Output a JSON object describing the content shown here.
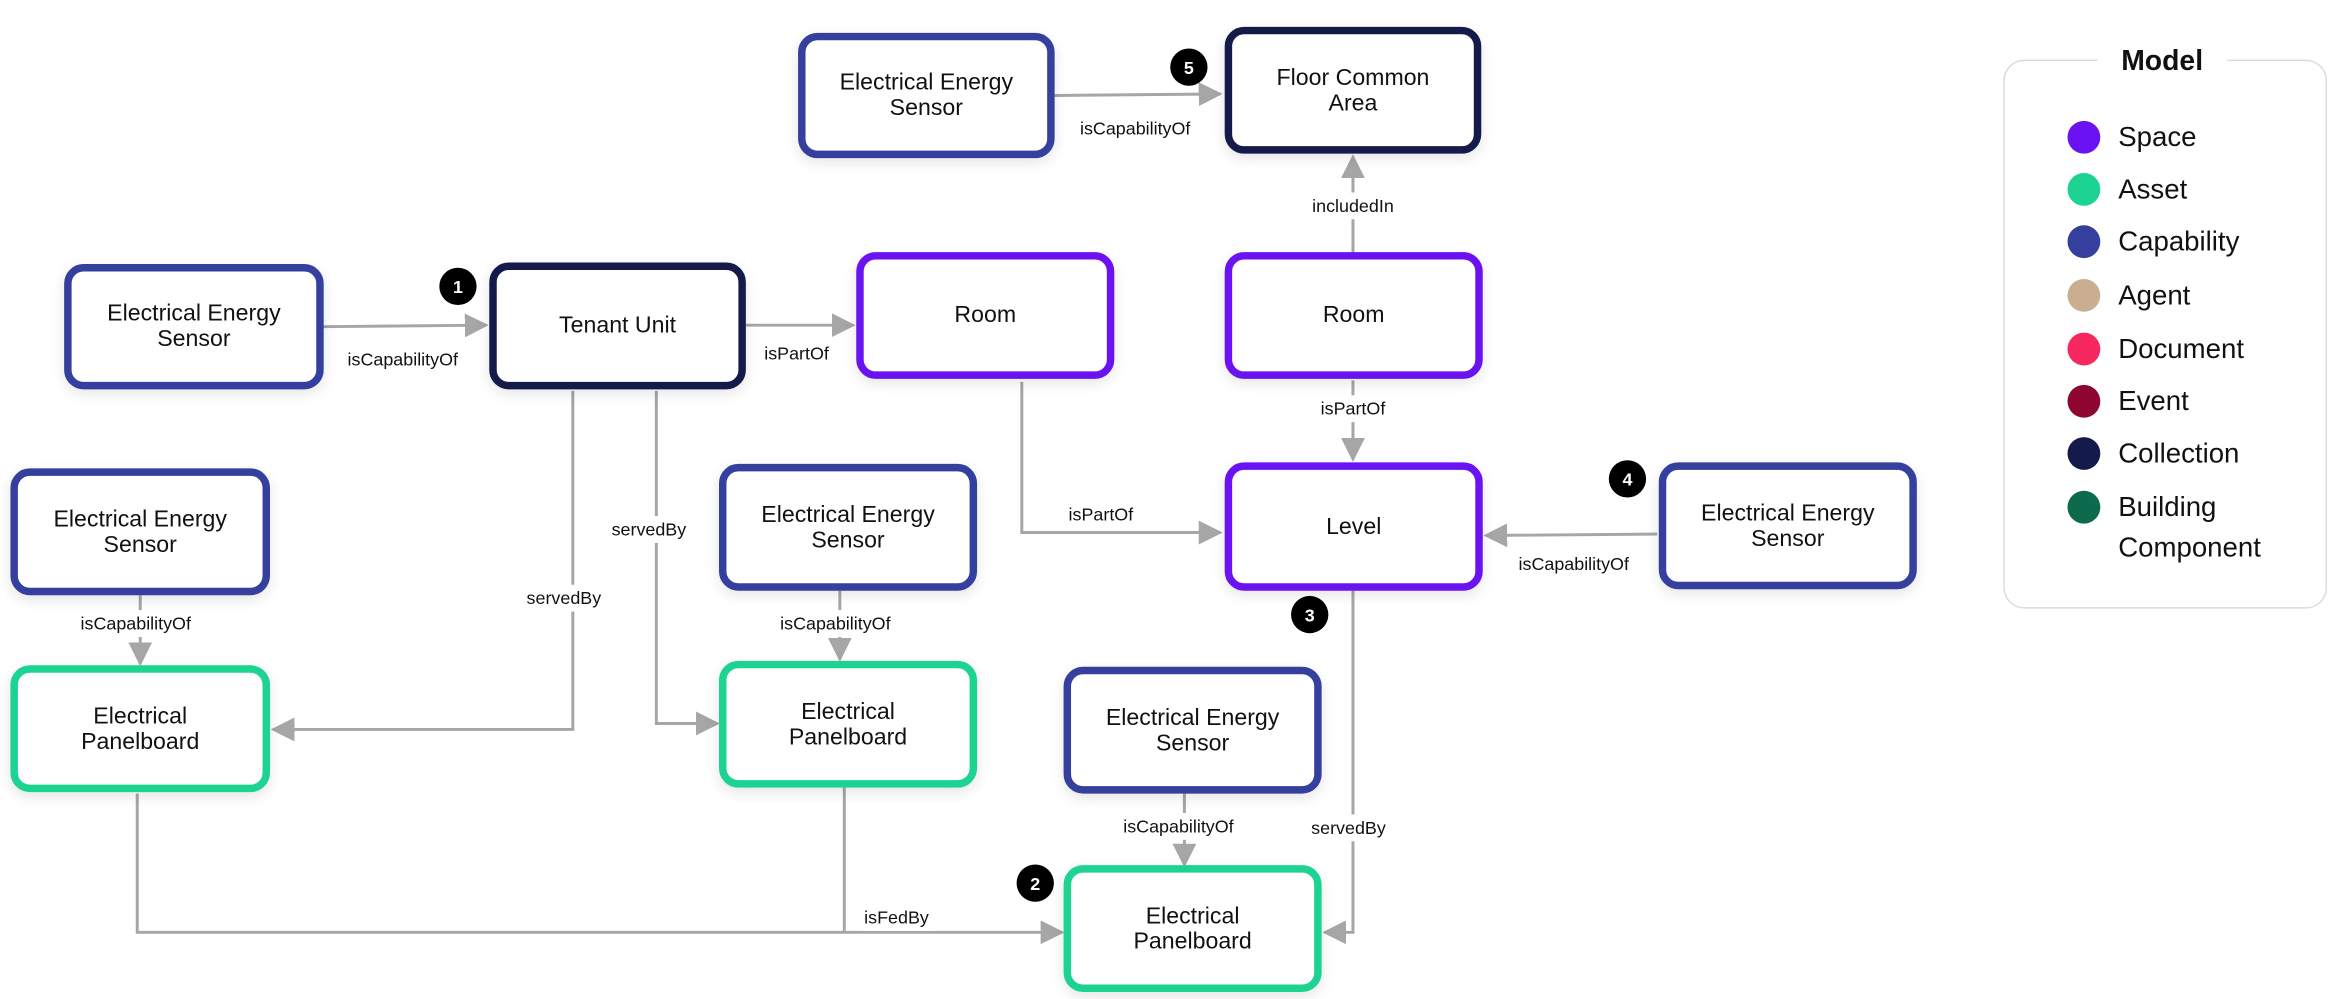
{
  "legend": {
    "title": "Model",
    "items": [
      {
        "label": "Space",
        "color": "#6B12F2"
      },
      {
        "label": "Asset",
        "color": "#1CD391"
      },
      {
        "label": "Capability",
        "color": "#353F9E"
      },
      {
        "label": "Agent",
        "color": "#C9AE90"
      },
      {
        "label": "Document",
        "color": "#F7275F"
      },
      {
        "label": "Event",
        "color": "#8E0630"
      },
      {
        "label": "Collection",
        "color": "#141B4A"
      },
      {
        "label": "Building Component",
        "color": "#0C6B4C"
      }
    ]
  },
  "nodes": {
    "eesTop": {
      "line1": "Electrical Energy",
      "line2": "Sensor",
      "kind": "Capability"
    },
    "floorCommon": {
      "line1": "Floor Common",
      "line2": "Area",
      "kind": "Collection"
    },
    "eesTenant": {
      "line1": "Electrical Energy",
      "line2": "Sensor",
      "kind": "Capability"
    },
    "tenantUnit": {
      "line1": "Tenant Unit",
      "line2": "",
      "kind": "Collection"
    },
    "roomLeft": {
      "line1": "Room",
      "line2": "",
      "kind": "Space"
    },
    "roomRight": {
      "line1": "Room",
      "line2": "",
      "kind": "Space"
    },
    "eesLeft": {
      "line1": "Electrical Energy",
      "line2": "Sensor",
      "kind": "Capability"
    },
    "eesMid": {
      "line1": "Electrical Energy",
      "line2": "Sensor",
      "kind": "Capability"
    },
    "level": {
      "line1": "Level",
      "line2": "",
      "kind": "Space"
    },
    "eesRight": {
      "line1": "Electrical Energy",
      "line2": "Sensor",
      "kind": "Capability"
    },
    "panelLeft": {
      "line1": "Electrical",
      "line2": "Panelboard",
      "kind": "Asset"
    },
    "panelMid": {
      "line1": "Electrical",
      "line2": "Panelboard",
      "kind": "Asset"
    },
    "eesBottom": {
      "line1": "Electrical Energy",
      "line2": "Sensor",
      "kind": "Capability"
    },
    "panelMain": {
      "line1": "Electrical",
      "line2": "Panelboard",
      "kind": "Asset"
    }
  },
  "edges": {
    "eesTop_floorCommon": "isCapabilityOf",
    "roomRight_floorCommon": "includedIn",
    "eesTenant_tenantUnit": "isCapabilityOf",
    "tenantUnit_roomLeft": "isPartOf",
    "roomRight_level": "isPartOf",
    "roomLeft_level": "isPartOf",
    "eesRight_level": "isCapabilityOf",
    "tenantUnit_panelLeft": "servedBy",
    "tenantUnit_panelMid": "servedBy",
    "eesLeft_panelLeft": "isCapabilityOf",
    "eesMid_panelMid": "isCapabilityOf",
    "eesBottom_panelMain": "isCapabilityOf",
    "level_panelMain": "servedBy",
    "panels_panelMain": "isFedBy"
  },
  "markers": {
    "m1": "1",
    "m2": "2",
    "m3": "3",
    "m4": "4",
    "m5": "5"
  },
  "colors": {
    "edge": "#A6A6A6"
  }
}
